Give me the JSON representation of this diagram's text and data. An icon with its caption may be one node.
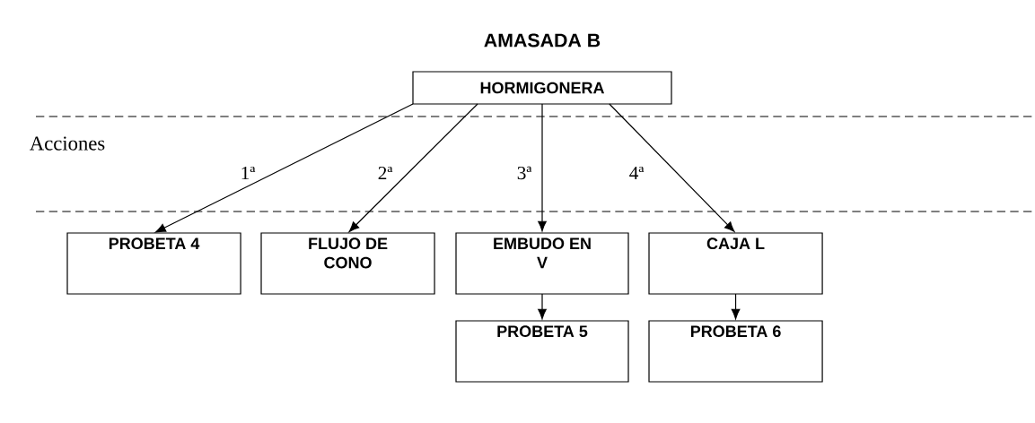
{
  "diagram": {
    "title": "AMASADA B",
    "nodes": [
      {
        "text": [
          "HORMIGONERA"
        ]
      },
      {
        "text": [
          "PROBETA 4"
        ]
      },
      {
        "text": [
          "FLUJO DE CONO"
        ]
      },
      {
        "text": [
          "EMBUDO EN V"
        ]
      },
      {
        "text": [
          "CAJA L"
        ]
      },
      {
        "text": [
          "PROBETA 5"
        ]
      },
      {
        "text": [
          "PROBETA 6"
        ]
      }
    ],
    "edges": [
      {
        "from": 0,
        "to": 1,
        "arrow": "to",
        "label": "1ª"
      },
      {
        "from": 0,
        "to": 2,
        "arrow": "to",
        "label": "2ª"
      },
      {
        "from": 0,
        "to": 3,
        "arrow": "to",
        "label": "3ª"
      },
      {
        "from": 0,
        "to": 4,
        "arrow": "to",
        "label": "4ª"
      },
      {
        "from": 3,
        "to": 5,
        "arrow": "to"
      },
      {
        "from": 4,
        "to": 6,
        "arrow": "to"
      }
    ],
    "labels": [
      "Acciones"
    ]
  }
}
